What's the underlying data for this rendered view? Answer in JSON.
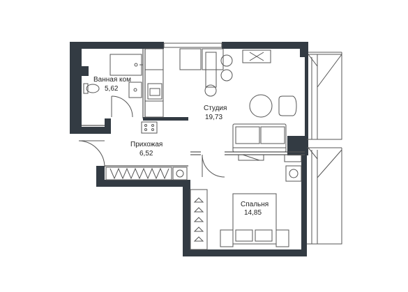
{
  "rooms": [
    {
      "name": "Ванная ком",
      "area": "5,62"
    },
    {
      "name": "Студия",
      "area": "19,73"
    },
    {
      "name": "Прихожая",
      "area": "6,52"
    },
    {
      "name": "Спальня",
      "area": "14,85"
    }
  ],
  "colors": {
    "wall": "#333b43",
    "line": "#555555",
    "background": "#ffffff"
  },
  "icons": {
    "sink": "sink-icon",
    "toilet": "toilet-icon",
    "bathtub": "bathtub-icon",
    "stove": "stove-icon",
    "sofa": "sofa-icon",
    "bed": "bed-icon",
    "table": "dining-table-icon",
    "armchair": "armchair-icon",
    "wardrobe": "wardrobe-icon",
    "washing_machine": "washing-machine-icon"
  }
}
